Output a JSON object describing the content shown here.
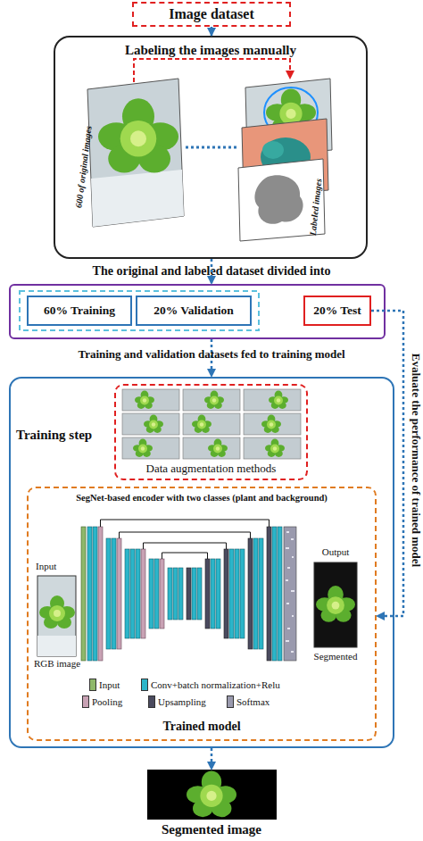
{
  "diagram": {
    "nodes": [
      {
        "text": [
          "Image dataset"
        ]
      },
      {
        "text": [
          "Labeling the images manually",
          "600 of original images",
          "Labeled images"
        ]
      },
      {
        "text": [
          "The original and labeled dataset divided into"
        ]
      },
      {
        "text": [
          "60% Training"
        ],
        "in": 2
      },
      {
        "text": [
          "20% Validation"
        ],
        "in": 2
      },
      {
        "text": [
          "20% Test"
        ],
        "in": 2
      },
      {
        "text": [
          "Training step"
        ]
      },
      {
        "text": [
          "Data augmentation methods"
        ],
        "in": 6
      },
      {
        "text": [
          "SegNet-based encoder with two classes (plant and background)",
          "Trained model"
        ],
        "in": 6
      },
      {
        "text": [
          "Segmented image"
        ]
      }
    ],
    "edges": [
      {
        "from": 0,
        "to": 1,
        "arrow": "to"
      },
      {
        "from": 1,
        "to": 2,
        "arrow": "to"
      },
      {
        "from": 2,
        "to": 6,
        "label": "Training and validation datasets fed to training model",
        "arrow": "to"
      },
      {
        "from": 5,
        "to": 8,
        "label": "Evaluate the performance of trained model",
        "arrow": "to"
      },
      {
        "from": 6,
        "to": 9,
        "arrow": "to"
      }
    ],
    "labels": [
      "Input",
      "RGB image",
      "Output",
      "Segmented"
    ],
    "legend": [
      {
        "text": "Input",
        "color": "#8fb86a"
      },
      {
        "text": "Conv+batch normalization+Relu",
        "color": "#2bb5c9"
      },
      {
        "text": "Pooling",
        "color": "#c8a2b4"
      },
      {
        "text": "Upsampling",
        "color": "#4a4a5e"
      },
      {
        "text": "Softmax",
        "color": "#9a9aae"
      }
    ]
  }
}
